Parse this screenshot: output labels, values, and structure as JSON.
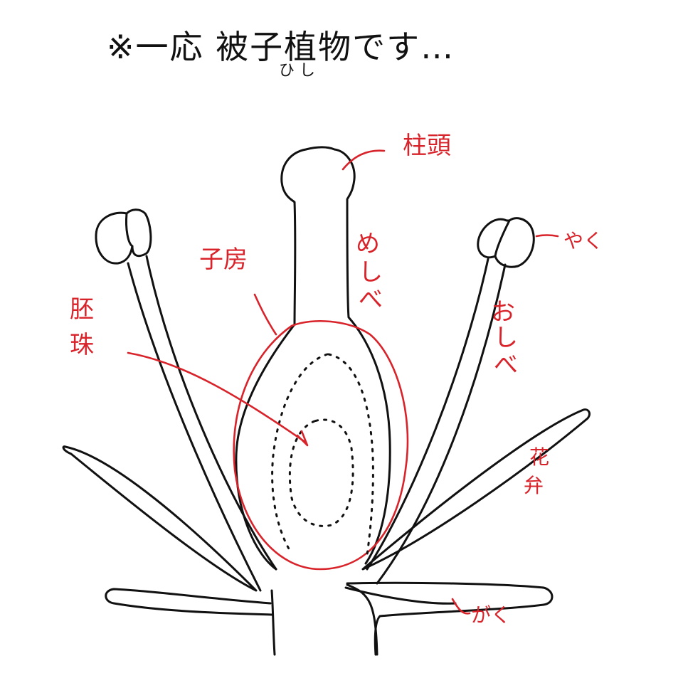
{
  "title": {
    "text": "※一応 被子植物です…",
    "ruby": "ひ し"
  },
  "colors": {
    "ink": "#111111",
    "label": "#d8232a",
    "background": "#ffffff"
  },
  "labels": {
    "stigma": "柱頭",
    "pistil": [
      "め",
      "し",
      "べ"
    ],
    "anther": "やく",
    "stamen": [
      "お",
      "し",
      "べ"
    ],
    "ovary": "子房",
    "ovule": [
      "胚",
      "珠"
    ],
    "petal": [
      "花",
      "弁"
    ],
    "sepal": "がく"
  }
}
